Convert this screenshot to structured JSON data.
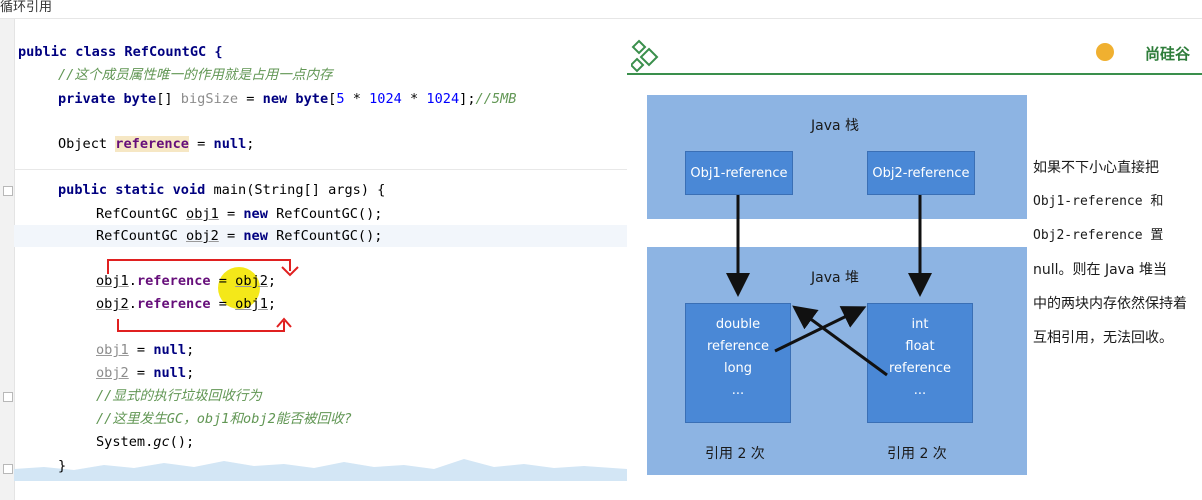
{
  "window": {
    "title": "循环引用"
  },
  "editor": {
    "lines": {
      "l0": "public class RefCountGC {",
      "l1": "//这个成员属性唯一的作用就是占用一点内存",
      "l2a": "private ",
      "l2b": "byte",
      "l2c": "[] ",
      "l2d": "bigSize",
      "l2e": " = ",
      "l2f": "new byte",
      "l2g": "[",
      "l2h": "5",
      "l2i": " * ",
      "l2j": "1024",
      "l2k": " * ",
      "l2l": "1024",
      "l2m": "];",
      "l2n": "//5MB",
      "l3a": "Object ",
      "l3b": "reference",
      "l3c": " = ",
      "l3d": "null",
      "l3e": ";",
      "l4a": "public static void ",
      "l4b": "main(String[] args) {",
      "l5a": "RefCountGC ",
      "l5b": "obj1",
      "l5c": " = ",
      "l5d": "new",
      "l5e": " RefCountGC();",
      "l6a": "RefCountGC ",
      "l6b": "obj2",
      "l6c": " = ",
      "l6d": "new",
      "l6e": " RefCountGC();",
      "l7a": "obj1",
      "l7b": ".",
      "l7c": "reference",
      "l7d": " = ",
      "l7e": "obj2",
      "l7f": ";",
      "l8a": "obj2",
      "l8b": ".",
      "l8c": "reference",
      "l8d": " = ",
      "l8e": "obj1",
      "l8f": ";",
      "l9a": "obj1",
      "l9b": " = ",
      "l9c": "null",
      "l9d": ";",
      "l10a": "obj2",
      "l10b": " = ",
      "l10c": "null",
      "l10d": ";",
      "l11": "//显式的执行垃圾回收行为",
      "l12": "//这里发生GC，obj1和obj2能否被回收?",
      "l13a": "System.",
      "l13b": "gc",
      "l13c": "();",
      "l14": "}"
    }
  },
  "slide": {
    "logo": "尚硅谷",
    "stack_label": "Java 栈",
    "heap_label": "Java 堆",
    "ref1": "Obj1-reference",
    "ref2": "Obj2-reference",
    "obj1_fields": [
      "double",
      "reference",
      "long",
      "..."
    ],
    "obj2_fields": [
      "int",
      "float",
      "reference",
      "..."
    ],
    "count1": "引用 2 次",
    "count2": "引用 2 次",
    "desc": {
      "p1": "如果不下小心直接把",
      "p2": "Obj1-reference 和",
      "p3": "Obj2-reference 置",
      "p4": "null。则在 Java 堆当",
      "p5": "中的两块内存依然保持着",
      "p6": "互相引用，无法回收。"
    },
    "colors": {
      "box": "#4a88d6",
      "zone": "#8db4e3",
      "brand": "#2e7d3a"
    }
  }
}
